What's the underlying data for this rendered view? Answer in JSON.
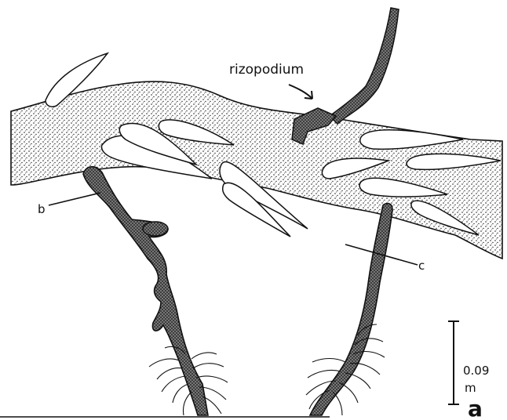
{
  "figure": {
    "labels": {
      "rizopodium": "rizopodium",
      "b": "b",
      "c": "c",
      "panel": "a"
    },
    "scale_bar": {
      "value": "0.09",
      "unit": "m"
    },
    "colors": {
      "ink": "#111111",
      "stipple_fill": "#b9b9b9",
      "background": "#ffffff"
    }
  }
}
